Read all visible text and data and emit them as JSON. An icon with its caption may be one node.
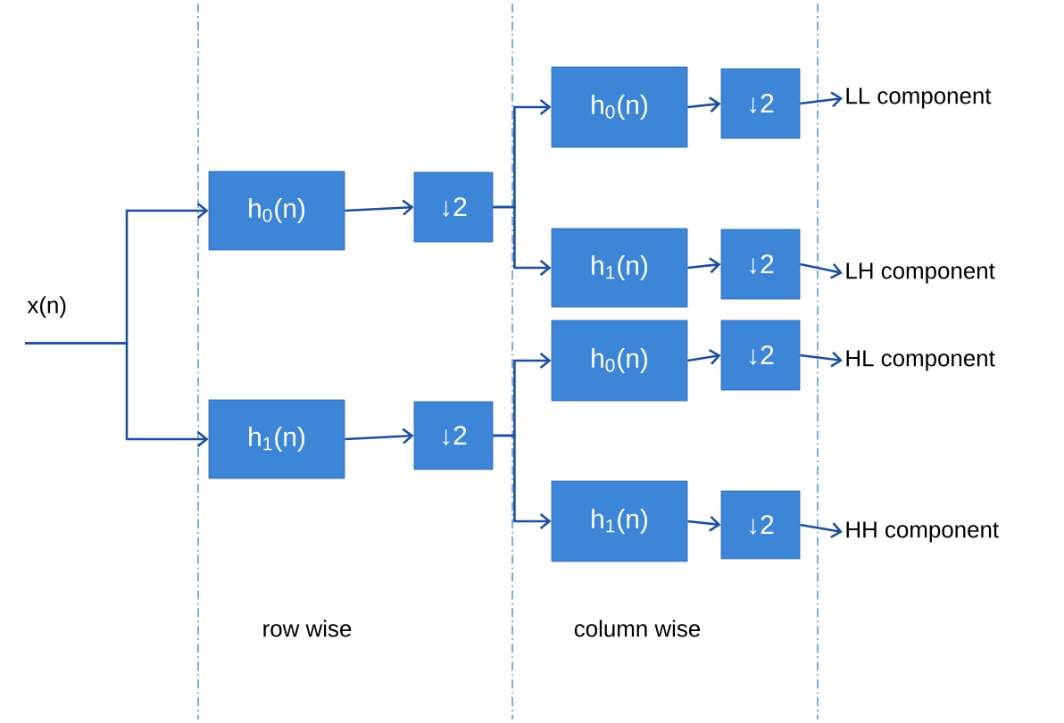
{
  "diagram": {
    "nodes": [
      {
        "text": [
          "x(n)"
        ]
      },
      {
        "text": [
          "h$_{0}$(n)"
        ]
      },
      {
        "text": [
          "↓2"
        ]
      },
      {
        "text": [
          "h$_{1}$(n)"
        ]
      },
      {
        "text": [
          "↓2"
        ]
      },
      {
        "text": [
          "h$_{0}$(n)"
        ]
      },
      {
        "text": [
          "↓2"
        ]
      },
      {
        "text": [
          "h$_{1}$(n)"
        ]
      },
      {
        "text": [
          "↓2"
        ]
      },
      {
        "text": [
          "h$_{0}$(n)"
        ]
      },
      {
        "text": [
          "↓2"
        ]
      },
      {
        "text": [
          "h$_{1}$(n)"
        ]
      },
      {
        "text": [
          "↓2"
        ]
      },
      {
        "text": [
          "LL component"
        ]
      },
      {
        "text": [
          "LH component"
        ]
      },
      {
        "text": [
          "HL component"
        ]
      },
      {
        "text": [
          "HH component"
        ]
      }
    ],
    "edges": [
      {
        "from": 0,
        "to": 1,
        "arrow": "to"
      },
      {
        "from": 0,
        "to": 3,
        "arrow": "to"
      },
      {
        "from": 1,
        "to": 2,
        "arrow": "to"
      },
      {
        "from": 3,
        "to": 4,
        "arrow": "to"
      },
      {
        "from": 2,
        "to": 5,
        "arrow": "to"
      },
      {
        "from": 2,
        "to": 7,
        "arrow": "to"
      },
      {
        "from": 4,
        "to": 9,
        "arrow": "to"
      },
      {
        "from": 4,
        "to": 11,
        "arrow": "to"
      },
      {
        "from": 5,
        "to": 6,
        "arrow": "to"
      },
      {
        "from": 7,
        "to": 8,
        "arrow": "to"
      },
      {
        "from": 9,
        "to": 10,
        "arrow": "to"
      },
      {
        "from": 11,
        "to": 12,
        "arrow": "to"
      },
      {
        "from": 6,
        "to": 13,
        "arrow": "to"
      },
      {
        "from": 8,
        "to": 14,
        "arrow": "to"
      },
      {
        "from": 10,
        "to": 15,
        "arrow": "to"
      },
      {
        "from": 12,
        "to": 16,
        "arrow": "to"
      }
    ],
    "labels": [
      "row wise",
      "column wise"
    ]
  }
}
